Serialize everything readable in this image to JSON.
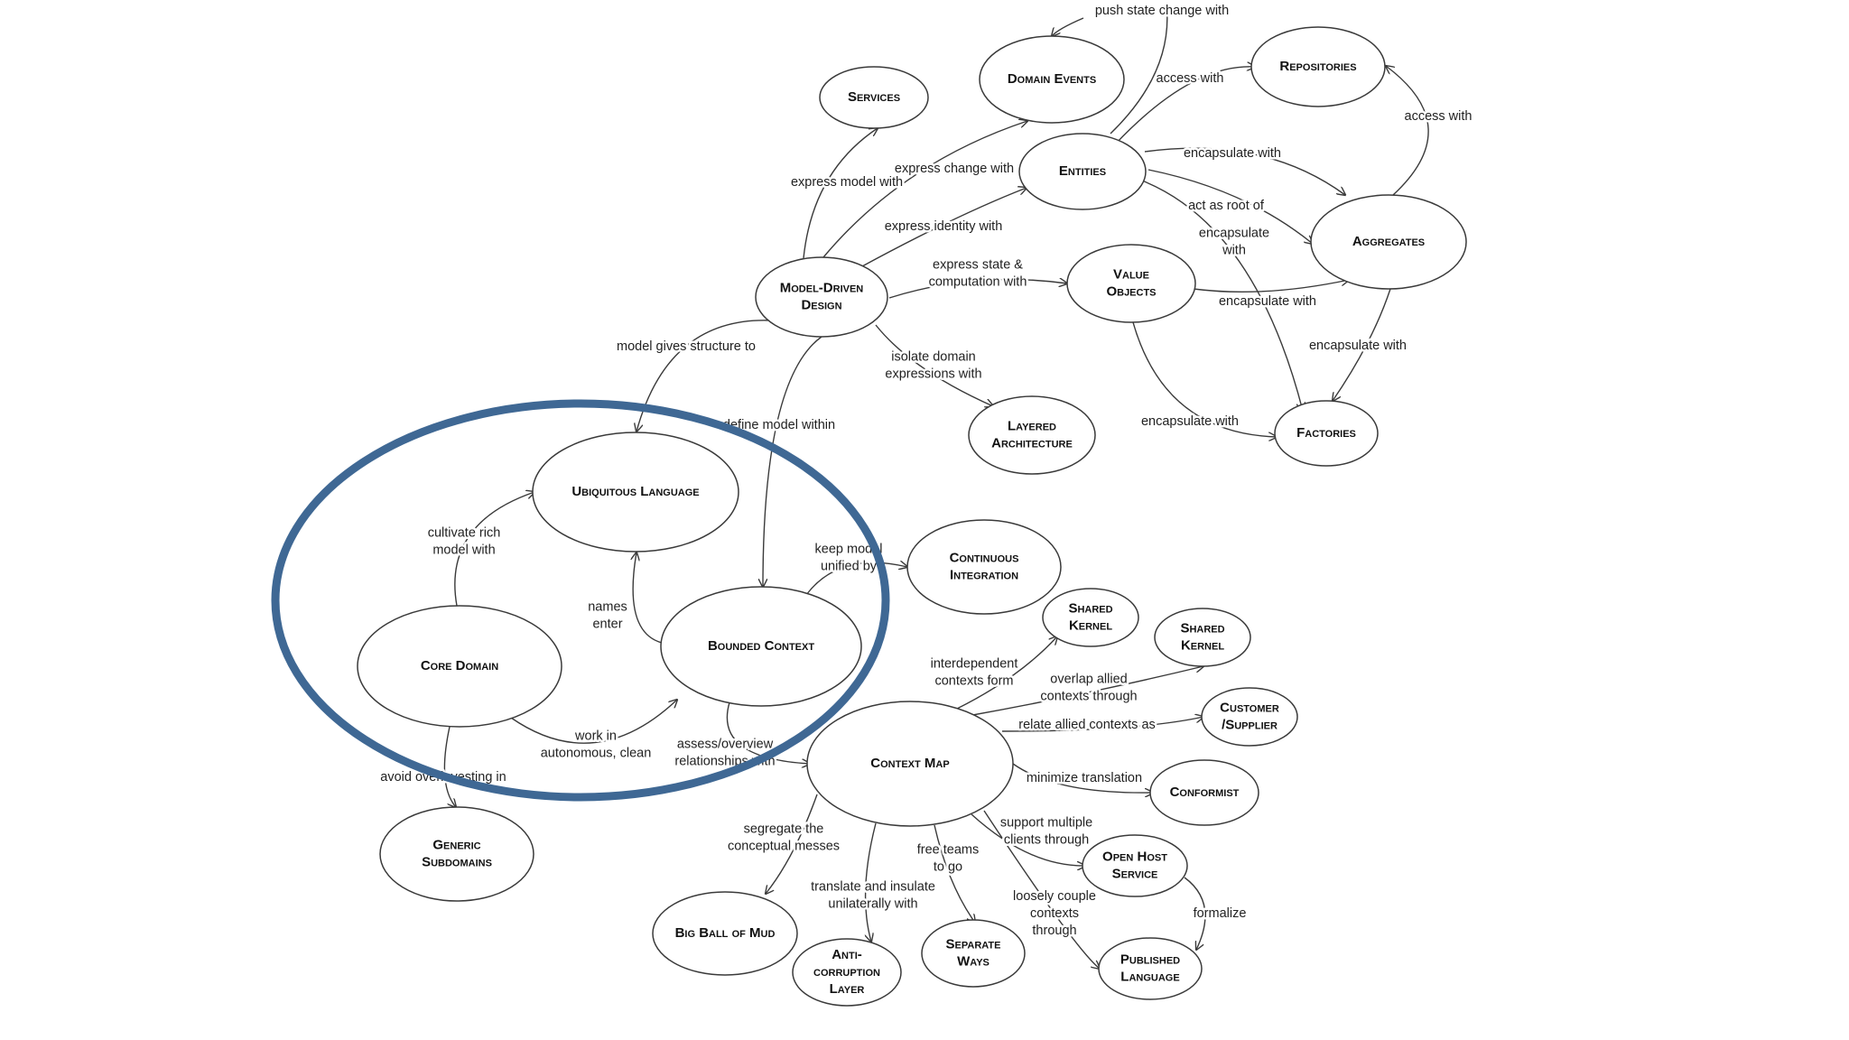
{
  "highlight_color": "#3f6894",
  "nodes": {
    "services": [
      "Services"
    ],
    "domain_events": [
      "Domain Events"
    ],
    "repositories": [
      "Repositories"
    ],
    "entities": [
      "Entities"
    ],
    "aggregates": [
      "Aggregates"
    ],
    "model_driven_design": [
      "Model-Driven",
      "Design"
    ],
    "value_objects": [
      "Value",
      "Objects"
    ],
    "layered_architecture": [
      "Layered",
      "Architecture"
    ],
    "factories": [
      "Factories"
    ],
    "ubiquitous_language": [
      "Ubiquitous Language"
    ],
    "continuous_integration": [
      "Continuous",
      "Integration"
    ],
    "core_domain": [
      "Core Domain"
    ],
    "bounded_context": [
      "Bounded Context"
    ],
    "shared_kernel_1": [
      "Shared",
      "Kernel"
    ],
    "shared_kernel_2": [
      "Shared",
      "Kernel"
    ],
    "customer_supplier": [
      "Customer",
      "/Supplier"
    ],
    "context_map": [
      "Context Map"
    ],
    "conformist": [
      "Conformist"
    ],
    "generic_subdomains": [
      "Generic",
      "Subdomains"
    ],
    "open_host_service": [
      "Open Host",
      "Service"
    ],
    "big_ball_of_mud": [
      "Big Ball of Mud"
    ],
    "anticorruption_layer": [
      "Anti-",
      "corruption",
      "Layer"
    ],
    "separate_ways": [
      "Separate",
      "Ways"
    ],
    "published_language": [
      "Published",
      "Language"
    ]
  },
  "edge_labels": {
    "push_state_change": [
      "push state change with"
    ],
    "entities_access_repos": [
      "access with"
    ],
    "aggregates_access_repos": [
      "access with"
    ],
    "express_model_with": [
      "express model with"
    ],
    "express_change_with": [
      "express change with"
    ],
    "express_identity_with": [
      "express identity with"
    ],
    "entities_encapsulate_aggr": [
      "encapsulate with"
    ],
    "act_as_root_of": [
      "act as root of"
    ],
    "entities_encapsulate_factories": [
      "encapsulate",
      "with"
    ],
    "express_state_computation": [
      "express state &",
      "computation with"
    ],
    "vo_encapsulate_aggr": [
      "encapsulate with"
    ],
    "aggr_encapsulate_factories": [
      "encapsulate with"
    ],
    "model_gives_structure": [
      "model gives structure to"
    ],
    "isolate_domain": [
      "isolate domain",
      "expressions with"
    ],
    "vo_encapsulate_factories": [
      "encapsulate with"
    ],
    "define_model_within": [
      "define model within"
    ],
    "cultivate_rich_model": [
      "cultivate rich",
      "model with"
    ],
    "keep_model_unified": [
      "keep model",
      "unified by"
    ],
    "names_enter": [
      "names",
      "enter"
    ],
    "interdependent_contexts": [
      "interdependent",
      "contexts form"
    ],
    "overlap_allied": [
      "overlap allied",
      "contexts through"
    ],
    "relate_allied": [
      "relate allied contexts as"
    ],
    "work_in_autonomous": [
      "work in",
      "autonomous, clean"
    ],
    "assess_overview": [
      "assess/overview",
      "relationships with"
    ],
    "avoid_overinvesting": [
      "avoid overinvesting in"
    ],
    "minimize_translation": [
      "minimize translation"
    ],
    "support_multiple_clients": [
      "support multiple",
      "clients through"
    ],
    "segregate_conceptual": [
      "segregate the",
      "conceptual messes"
    ],
    "free_teams": [
      "free teams",
      "to go"
    ],
    "translate_insulate": [
      "translate and insulate",
      "unilaterally with"
    ],
    "loosely_couple": [
      "loosely couple",
      "contexts",
      "through"
    ],
    "formalize": [
      "formalize"
    ]
  }
}
